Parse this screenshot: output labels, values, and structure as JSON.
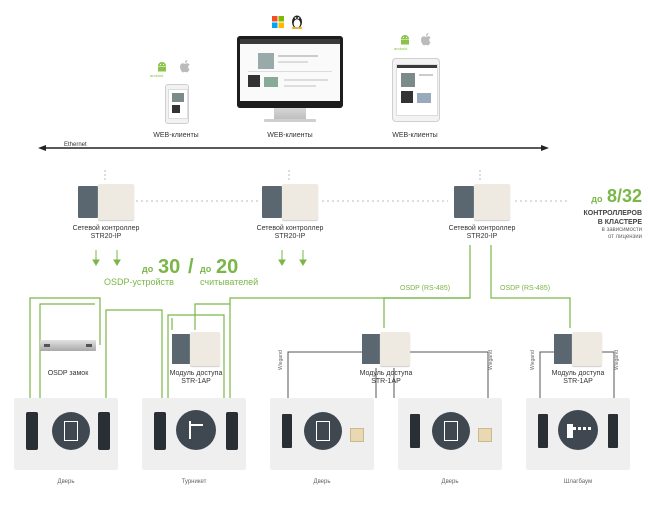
{
  "top": {
    "clients": [
      {
        "label": "WEB-клиенты",
        "android_caption": "android"
      },
      {
        "label": "WEB-клиенты"
      },
      {
        "label": "WEB-клиенты",
        "android_caption": "android"
      }
    ],
    "ethernet_label": "Ethernet"
  },
  "controllers": [
    {
      "line1": "Сетевой контроллер",
      "line2": "STR20-IP"
    },
    {
      "line1": "Сетевой контроллер",
      "line2": "STR20-IP"
    },
    {
      "line1": "Сетевой контроллер",
      "line2": "STR20-IP"
    }
  ],
  "cluster": {
    "prefix": "до",
    "number": "8/32",
    "line1": "КОНТРОЛЛЕРОВ",
    "line2": "В КЛАСТЕРЕ",
    "line3": "в зависимости",
    "line4": "от лицензии"
  },
  "osdp_capacity": {
    "prefix1": "до",
    "number1": "30",
    "separator": "/",
    "prefix2": "до",
    "number2": "20",
    "label1": "OSDP-устройств",
    "label2": "считывателей"
  },
  "bus_labels": [
    "OSDP (RS-485)",
    "OSDP (RS-485)"
  ],
  "devices": {
    "osdp_lock": "OSDP замок",
    "modules": [
      {
        "line1": "Модуль доступа",
        "line2": "STR-1AP"
      },
      {
        "line1": "Модуль доступа",
        "line2": "STR-1AP"
      },
      {
        "line1": "Модуль доступа",
        "line2": "STR-1AP"
      }
    ],
    "wiegand": "Wiegand"
  },
  "panels": [
    "Дверь",
    "Турникет",
    "Дверь",
    "Дверь",
    "Шлагбаум"
  ],
  "colors": {
    "accent": "#7ab648",
    "line": "#555555",
    "panel": "#efefef",
    "device": "#eeeae2",
    "reader": "#2a2f36"
  }
}
